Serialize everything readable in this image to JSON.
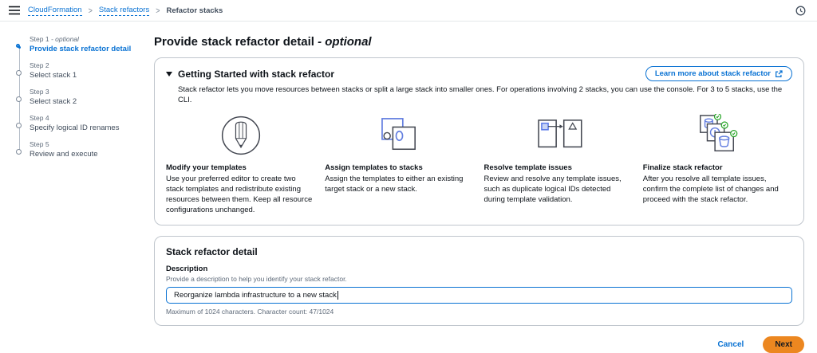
{
  "topbar": {
    "breadcrumbs": [
      {
        "label": "CloudFormation"
      },
      {
        "label": "Stack refactors"
      },
      {
        "label": "Refactor stacks"
      }
    ]
  },
  "steps": [
    {
      "label": "Step 1",
      "label_suffix": "- optional",
      "title": "Provide stack refactor detail",
      "active": true
    },
    {
      "label": "Step 2",
      "label_suffix": "",
      "title": "Select stack 1",
      "active": false
    },
    {
      "label": "Step 3",
      "label_suffix": "",
      "title": "Select stack 2",
      "active": false
    },
    {
      "label": "Step 4",
      "label_suffix": "",
      "title": "Specify logical ID renames",
      "active": false
    },
    {
      "label": "Step 5",
      "label_suffix": "",
      "title": "Review and execute",
      "active": false
    }
  ],
  "page": {
    "title": "Provide stack refactor detail",
    "title_suffix": "- optional"
  },
  "getting_started": {
    "title": "Getting Started with stack refactor",
    "learn_more_label": "Learn more about stack refactor",
    "description": "Stack refactor lets you move resources between stacks or split a large stack into smaller ones. For operations involving 2 stacks, you can use the console. For 3 to 5 stacks, use the CLI.",
    "columns": [
      {
        "icon": "pencil-circle-icon",
        "title": "Modify your templates",
        "text": "Use your preferred editor to create two stack templates and redistribute existing resources between them. Keep all resource configurations unchanged."
      },
      {
        "icon": "assign-templates-icon",
        "title": "Assign templates to stacks",
        "text": "Assign the templates to either an existing target stack or a new stack."
      },
      {
        "icon": "resolve-issues-icon",
        "title": "Resolve template issues",
        "text": "Review and resolve any template issues, such as duplicate logical IDs detected during template validation."
      },
      {
        "icon": "finalize-refactor-icon",
        "title": "Finalize stack refactor",
        "text": "After you resolve all template issues, confirm the complete list of changes and proceed with the stack refactor."
      }
    ]
  },
  "detail_form": {
    "title": "Stack refactor detail",
    "field_label": "Description",
    "field_help": "Provide a description to help you identify your stack refactor.",
    "field_value": "Reorganize lambda infrastructure to a new stack",
    "field_constraint": "Maximum of 1024 characters. Character count: 47/1024"
  },
  "footer": {
    "cancel_label": "Cancel",
    "next_label": "Next"
  },
  "colors": {
    "accent_blue": "#0972d3",
    "primary_button_orange": "#ec8720",
    "text_dark": "#0f141a",
    "text_secondary": "#5f6b7a",
    "border_gray": "#c0c6cd",
    "icon_blue": "#6580e0",
    "icon_dark": "#424650",
    "success_green": "#2aa62a"
  }
}
